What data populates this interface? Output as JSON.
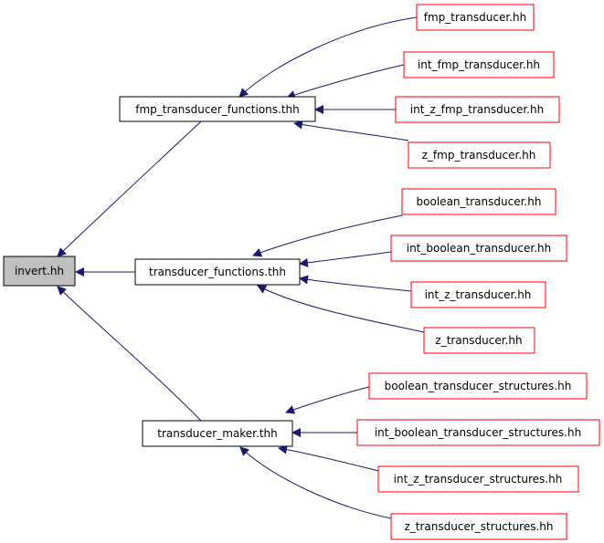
{
  "colors": {
    "edge": "#191970",
    "root_fill": "#bfbfbf",
    "root_border": "#000000",
    "intermediate_border": "#000000",
    "leaf_border": "#ff0000",
    "node_fill": "#ffffff"
  },
  "nodes": {
    "invert": {
      "label": "invert.hh",
      "kind": "root"
    },
    "fmp_transducer_functions": {
      "label": "fmp_transducer_functions.thh",
      "kind": "intermediate"
    },
    "transducer_functions": {
      "label": "transducer_functions.thh",
      "kind": "intermediate"
    },
    "transducer_maker": {
      "label": "transducer_maker.thh",
      "kind": "intermediate"
    },
    "fmp_transducer": {
      "label": "fmp_transducer.hh",
      "kind": "leaf"
    },
    "int_fmp_transducer": {
      "label": "int_fmp_transducer.hh",
      "kind": "leaf"
    },
    "int_z_fmp_transducer": {
      "label": "int_z_fmp_transducer.hh",
      "kind": "leaf"
    },
    "z_fmp_transducer": {
      "label": "z_fmp_transducer.hh",
      "kind": "leaf"
    },
    "boolean_transducer": {
      "label": "boolean_transducer.hh",
      "kind": "leaf"
    },
    "int_boolean_transducer": {
      "label": "int_boolean_transducer.hh",
      "kind": "leaf"
    },
    "int_z_transducer": {
      "label": "int_z_transducer.hh",
      "kind": "leaf"
    },
    "z_transducer": {
      "label": "z_transducer.hh",
      "kind": "leaf"
    },
    "boolean_transducer_structures": {
      "label": "boolean_transducer_structures.hh",
      "kind": "leaf"
    },
    "int_boolean_transducer_structures": {
      "label": "int_boolean_transducer_structures.hh",
      "kind": "leaf"
    },
    "int_z_transducer_structures": {
      "label": "int_z_transducer_structures.hh",
      "kind": "leaf"
    },
    "z_transducer_structures": {
      "label": "z_transducer_structures.hh",
      "kind": "leaf"
    }
  },
  "edges": [
    {
      "from": "fmp_transducer_functions",
      "to": "invert"
    },
    {
      "from": "transducer_functions",
      "to": "invert"
    },
    {
      "from": "transducer_maker",
      "to": "invert"
    },
    {
      "from": "fmp_transducer",
      "to": "fmp_transducer_functions"
    },
    {
      "from": "int_fmp_transducer",
      "to": "fmp_transducer_functions"
    },
    {
      "from": "int_z_fmp_transducer",
      "to": "fmp_transducer_functions"
    },
    {
      "from": "z_fmp_transducer",
      "to": "fmp_transducer_functions"
    },
    {
      "from": "boolean_transducer",
      "to": "transducer_functions"
    },
    {
      "from": "int_boolean_transducer",
      "to": "transducer_functions"
    },
    {
      "from": "int_z_transducer",
      "to": "transducer_functions"
    },
    {
      "from": "z_transducer",
      "to": "transducer_functions"
    },
    {
      "from": "boolean_transducer_structures",
      "to": "transducer_maker"
    },
    {
      "from": "int_boolean_transducer_structures",
      "to": "transducer_maker"
    },
    {
      "from": "int_z_transducer_structures",
      "to": "transducer_maker"
    },
    {
      "from": "z_transducer_structures",
      "to": "transducer_maker"
    }
  ]
}
